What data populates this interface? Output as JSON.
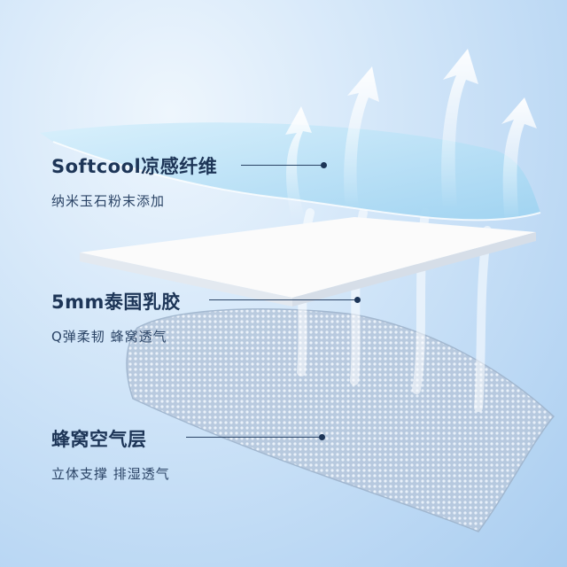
{
  "layers": [
    {
      "title": "Softcool凉感纤维",
      "subtitle": "纳米玉石粉末添加"
    },
    {
      "title": "5mm泰国乳胶",
      "subtitle": "Q弹柔韧  蜂窝透气"
    },
    {
      "title": "蜂窝空气层",
      "subtitle": "立体支撑  排湿透气"
    }
  ],
  "colors": {
    "accent_text": "#1d3557",
    "cooling_layer": "#bfe3f8",
    "latex_layer": "#fbfbfb",
    "mesh_layer": "#c9d8ea"
  }
}
